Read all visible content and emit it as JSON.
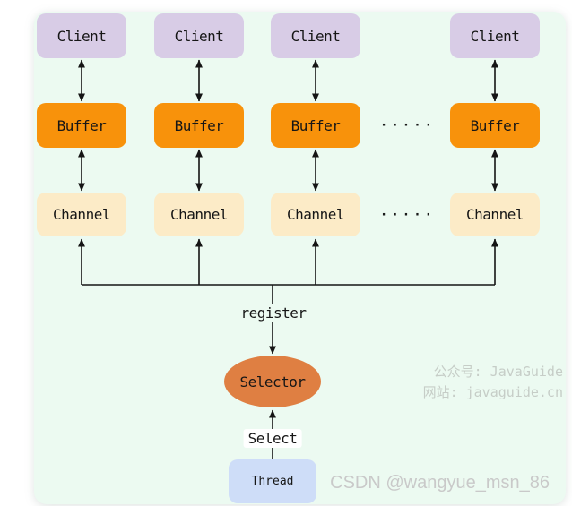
{
  "diagram": {
    "columns": [
      {
        "client": "Client",
        "buffer": "Buffer",
        "channel": "Channel"
      },
      {
        "client": "Client",
        "buffer": "Buffer",
        "channel": "Channel"
      },
      {
        "client": "Client",
        "buffer": "Buffer",
        "channel": "Channel"
      },
      {
        "client": "Client",
        "buffer": "Buffer",
        "channel": "Channel"
      }
    ],
    "ellipsis": "·····",
    "register_label": "register",
    "selector_label": "Selector",
    "select_label": "Select",
    "thread_label": "Thread"
  },
  "colors": {
    "panel-bg": "#ECFAF1",
    "client-bg": "#D8CCE6",
    "buffer-bg": "#F8920B",
    "channel-bg": "#FCEBC7",
    "selector-bg": "#DF7F42",
    "thread-bg": "#CEDDF8",
    "arrow": "#151515",
    "watermark-green": "#C6CDC7",
    "watermark-gray": "#C9C9C9"
  },
  "watermarks": {
    "wechat": "公众号: JavaGuide",
    "site": "网站: javaguide.cn",
    "csdn": "CSDN @wangyue_msn_86"
  }
}
